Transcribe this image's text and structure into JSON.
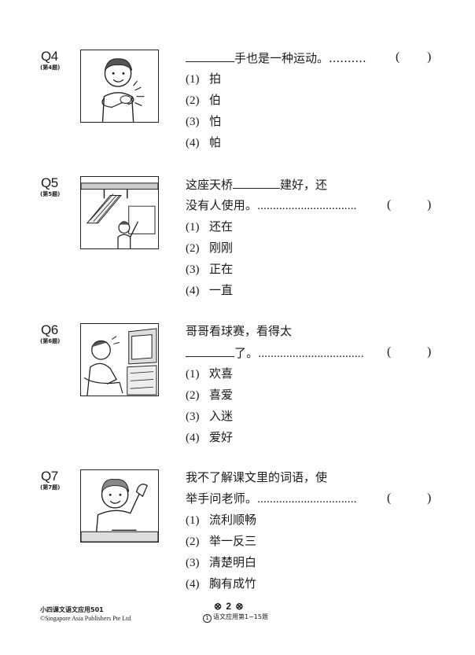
{
  "questions": [
    {
      "number": "Q4",
      "sub": "(第4题)",
      "stem_lines": [
        "手也是一种运动。.........."
      ],
      "options": [
        {
          "num": "(1)",
          "text": "拍"
        },
        {
          "num": "(2)",
          "text": "伯"
        },
        {
          "num": "(3)",
          "text": "怕"
        },
        {
          "num": "(4)",
          "text": "帕"
        }
      ],
      "picture_icon": "boy-clapping-illustration"
    },
    {
      "number": "Q5",
      "sub": "(第5题)",
      "stem_lines": [
        "这座天桥",
        "建好，还",
        "没有人使用。................................"
      ],
      "options": [
        {
          "num": "(1)",
          "text": "还在"
        },
        {
          "num": "(2)",
          "text": "刚刚"
        },
        {
          "num": "(3)",
          "text": "正在"
        },
        {
          "num": "(4)",
          "text": "一直"
        }
      ],
      "picture_icon": "overhead-bridge-illustration"
    },
    {
      "number": "Q6",
      "sub": "(第6题)",
      "stem_lines": [
        "哥哥看球赛，看得太",
        "了。.................................."
      ],
      "options": [
        {
          "num": "(1)",
          "text": "欢喜"
        },
        {
          "num": "(2)",
          "text": "喜爱"
        },
        {
          "num": "(3)",
          "text": "入迷"
        },
        {
          "num": "(4)",
          "text": "爱好"
        }
      ],
      "picture_icon": "boy-watching-tv-illustration"
    },
    {
      "number": "Q7",
      "sub": "(第7题)",
      "stem_lines": [
        "我不了解课文里的词语，使",
        "举手问老师。................................"
      ],
      "options": [
        {
          "num": "(1)",
          "text": "流利顺畅"
        },
        {
          "num": "(2)",
          "text": "举一反三"
        },
        {
          "num": "(3)",
          "text": "清楚明白"
        },
        {
          "num": "(4)",
          "text": "胸有成竹"
        }
      ],
      "picture_icon": "boy-raising-hand-illustration"
    }
  ],
  "answer_paren_open": "(",
  "answer_paren_close": ")",
  "footer": {
    "book_title": "小四课文语文应用501",
    "copyright": "©Singapore Asia Publishers Pte Ltd",
    "page_number": "⊗ 2 ⊗",
    "section_mark": "1",
    "section_label": "语文应用第1−15题"
  }
}
